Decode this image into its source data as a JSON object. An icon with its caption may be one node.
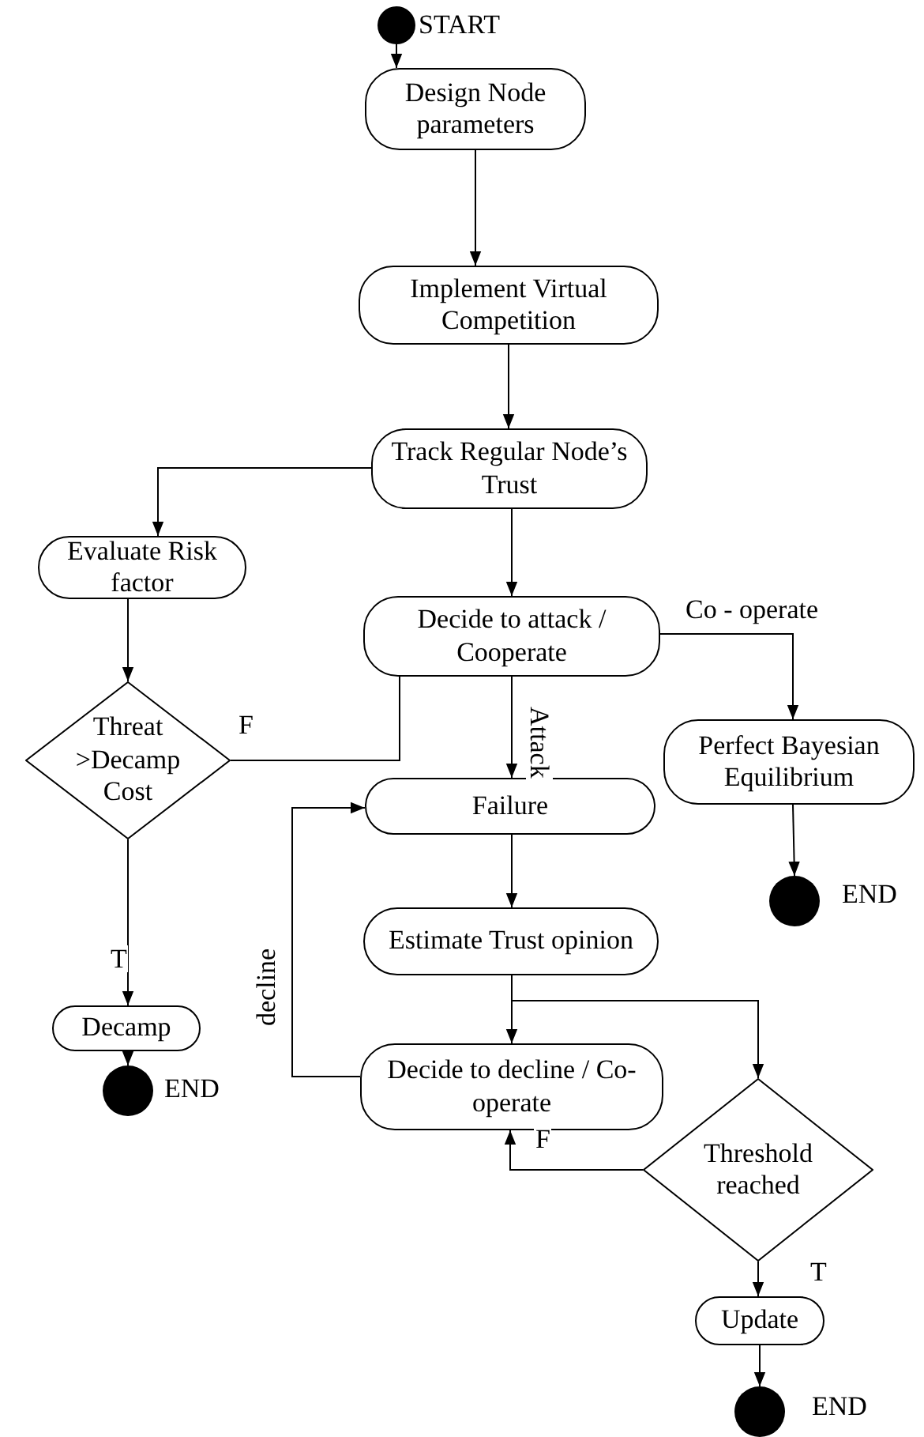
{
  "diagram": {
    "nodes": [
      {
        "text": [],
        "shape": "circle",
        "beside": [
          "START"
        ]
      },
      {
        "text": [
          "Design Node parameters"
        ]
      },
      {
        "text": [
          "Implement Virtual Competition"
        ]
      },
      {
        "text": [
          "Track Regular Node’s Trust"
        ]
      },
      {
        "text": [
          "Evaluate Risk factor"
        ]
      },
      {
        "text": [
          "Decide to attack / Cooperate"
        ]
      },
      {
        "text": [
          "Threat >Decamp Cost"
        ]
      },
      {
        "text": [
          "Perfect Bayesian Equilibrium"
        ]
      },
      {
        "text": [
          "Failure"
        ]
      },
      {
        "text": [],
        "shape": "circle",
        "beside": [
          "END"
        ]
      },
      {
        "text": [
          "Decamp"
        ]
      },
      {
        "text": [
          "Estimate Trust opinion"
        ]
      },
      {
        "text": [
          "Decide to decline / Co-operate"
        ]
      },
      {
        "text": [],
        "shape": "circle",
        "beside": [
          "END"
        ]
      },
      {
        "text": [
          "Threshold reached"
        ]
      },
      {
        "text": [
          "Update"
        ]
      },
      {
        "text": [],
        "shape": "circle",
        "beside": [
          "END"
        ]
      }
    ],
    "edges": [
      {
        "from": 0,
        "to": 1,
        "arrow": "to"
      },
      {
        "from": 1,
        "to": 2,
        "arrow": "to"
      },
      {
        "from": 2,
        "to": 3,
        "arrow": "to"
      },
      {
        "from": 3,
        "to": 4,
        "arrow": "to"
      },
      {
        "from": 3,
        "to": 5,
        "arrow": "to"
      },
      {
        "from": 4,
        "to": 6,
        "arrow": "to"
      },
      {
        "from": 6,
        "to": 5,
        "arrow": "none",
        "label": "F"
      },
      {
        "from": 5,
        "to": 8,
        "arrow": "to",
        "label": "Attack"
      },
      {
        "from": 5,
        "to": 7,
        "arrow": "to",
        "label": "Co - operate"
      },
      {
        "from": 6,
        "to": 10,
        "arrow": "to",
        "label": "T"
      },
      {
        "from": 7,
        "to": 9,
        "arrow": "to"
      },
      {
        "from": 8,
        "to": 11,
        "arrow": "to"
      },
      {
        "from": 10,
        "to": 13,
        "arrow": "to"
      },
      {
        "from": 11,
        "to": 12,
        "arrow": "to"
      },
      {
        "from": 11,
        "to": 14,
        "arrow": "to"
      },
      {
        "from": 12,
        "to": 8,
        "arrow": "to",
        "label": "decline"
      },
      {
        "from": 14,
        "to": 12,
        "arrow": "to",
        "label": "F"
      },
      {
        "from": 14,
        "to": 15,
        "arrow": "to",
        "label": "T"
      },
      {
        "from": 15,
        "to": 16,
        "arrow": "to"
      }
    ]
  }
}
